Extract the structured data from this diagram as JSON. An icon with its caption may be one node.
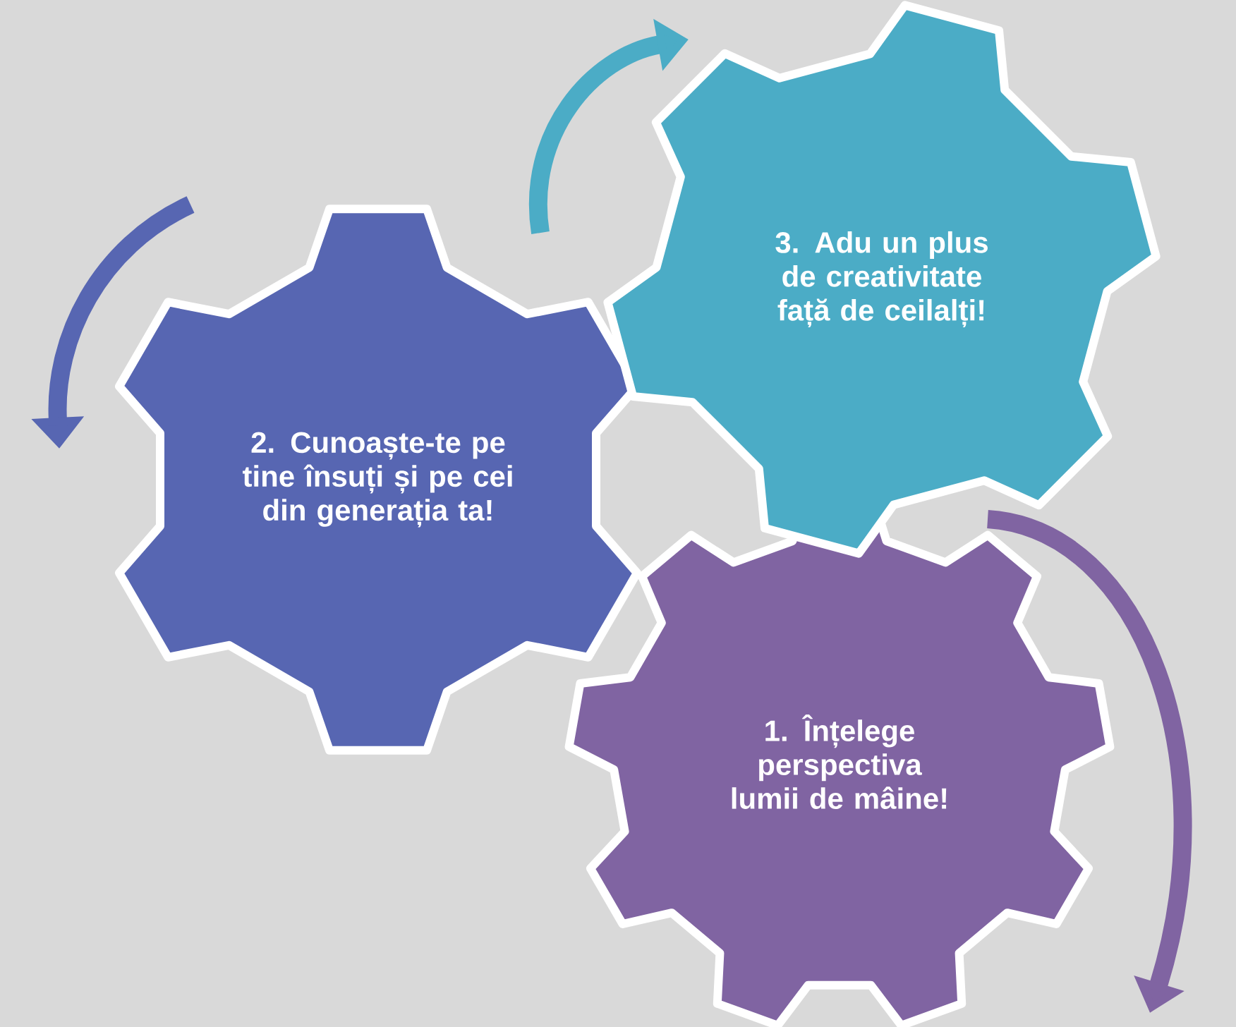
{
  "diagram": {
    "nodes": [
      {
        "text": [
          "1. Înțelege perspectiva lumii de mâine!"
        ]
      },
      {
        "text": [
          "2. Cunoaște-te pe tine însuți și pe cei din generația ta!"
        ]
      },
      {
        "text": [
          "3. Adu un plus de creativitate față de ceilalți!"
        ]
      }
    ]
  }
}
